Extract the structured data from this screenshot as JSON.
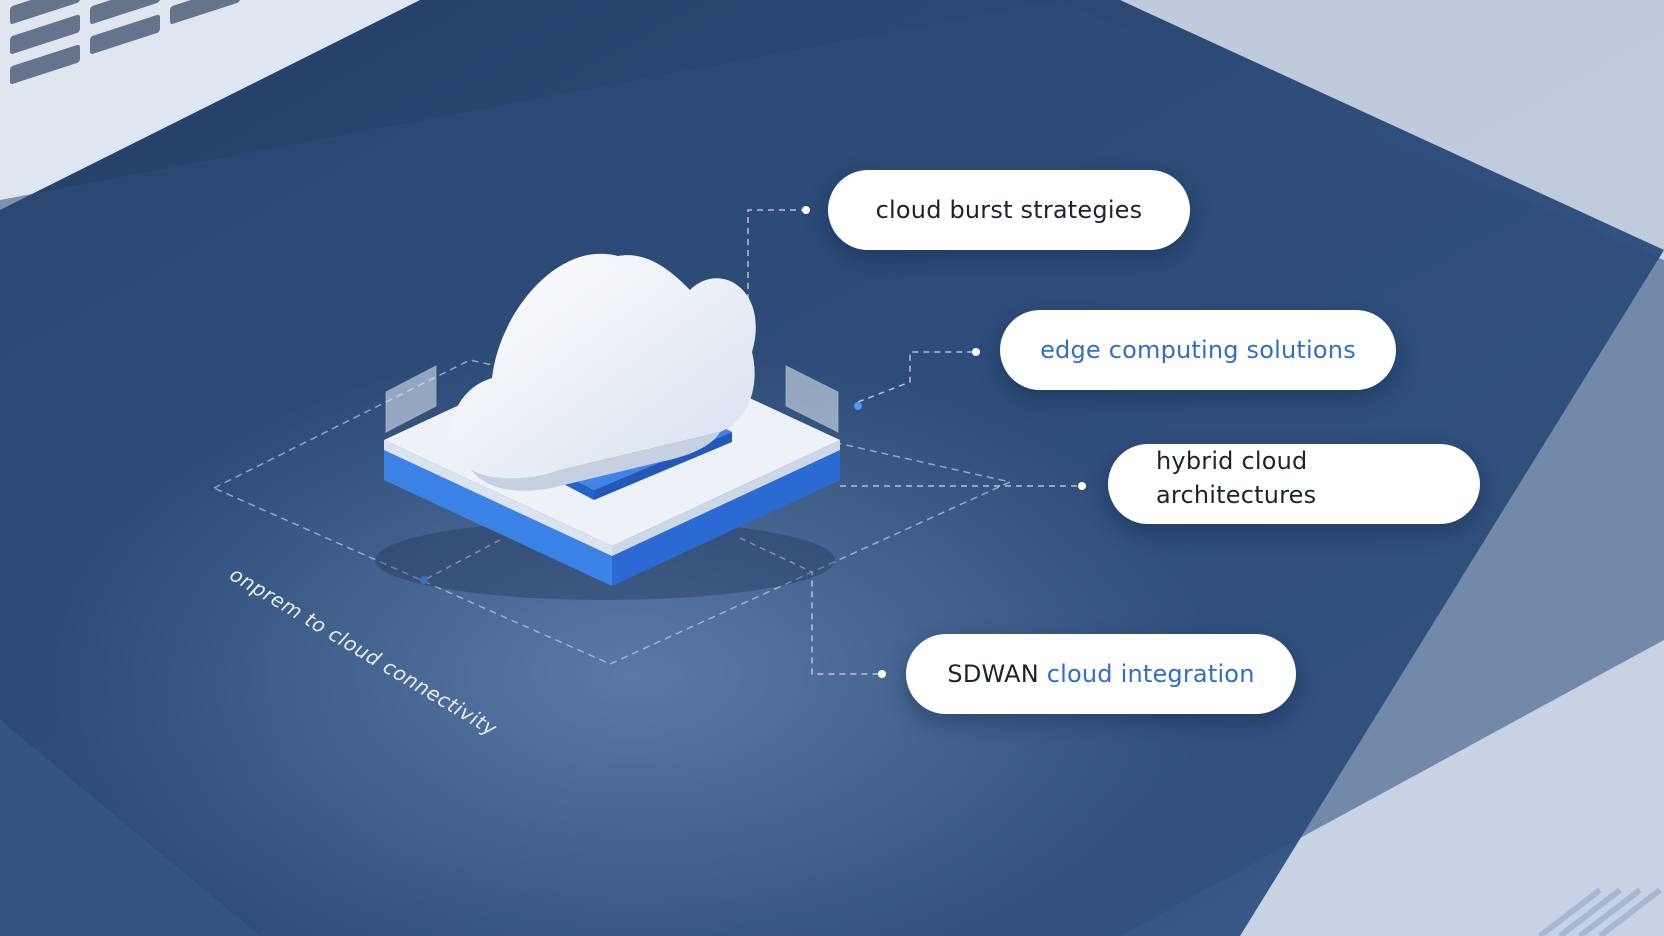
{
  "labels": {
    "cloud_burst": "cloud burst strategies",
    "edge_computing": "edge computing solutions",
    "hybrid_line1": "hybrid cloud",
    "hybrid_line2": "architectures",
    "sdwan_prefix": "SDWAN",
    "sdwan_suffix": "cloud integration",
    "onprem": "onprem to cloud connectivity"
  },
  "colors": {
    "background": "#2c4a74",
    "accent_blue": "#2f6fc9",
    "pill_background": "#ffffff",
    "text_dark": "#1d2330",
    "connector": "#c9d6e8"
  },
  "icons": [
    "cloud-icon",
    "platform-base"
  ]
}
